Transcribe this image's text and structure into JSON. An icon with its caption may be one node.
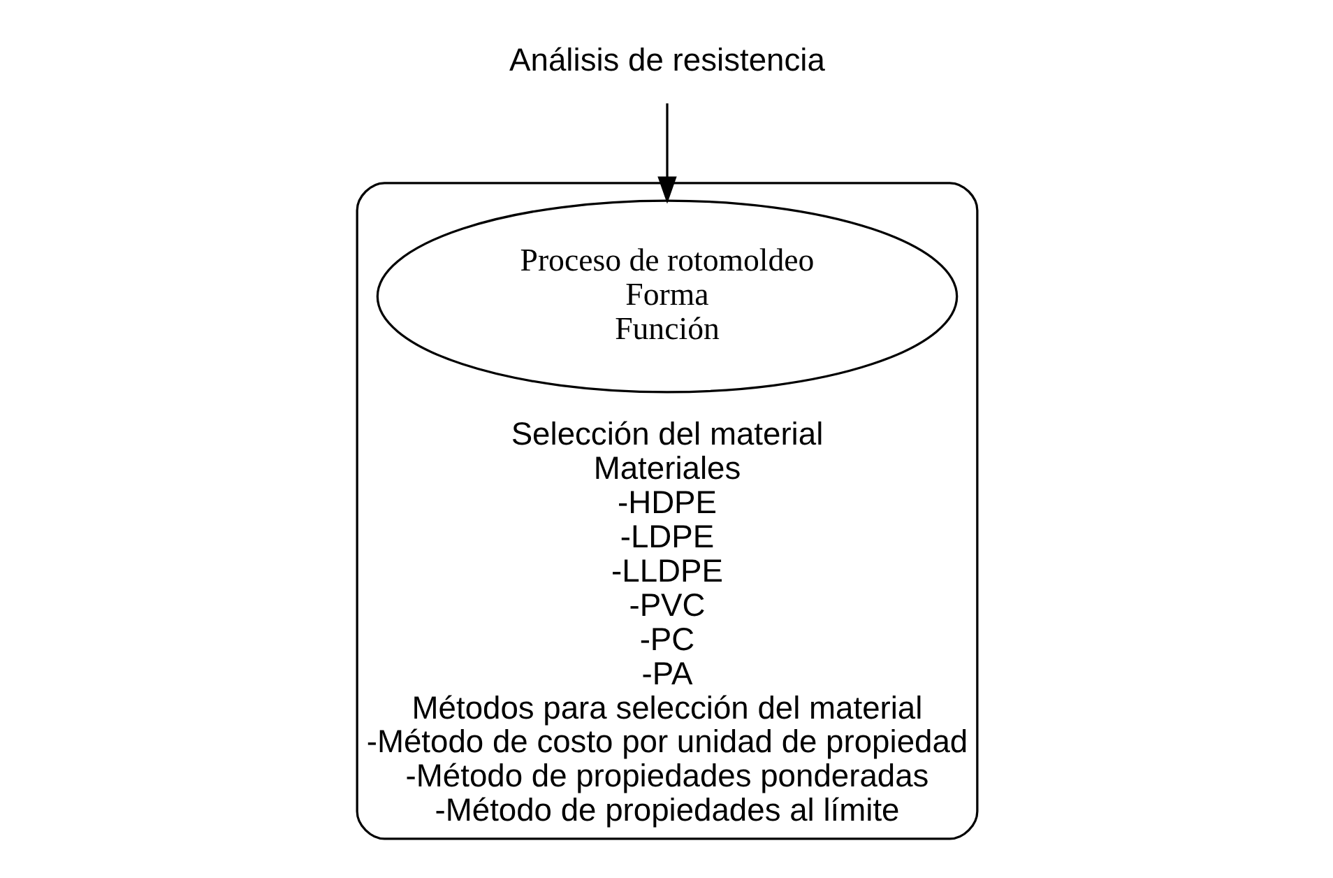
{
  "diagram": {
    "nodes": [
      {
        "text": [
          "Selección del material",
          "Materiales",
          "-HDPE",
          "-LDPE",
          "-LLDPE",
          "-PVC",
          "-PC",
          "-PA",
          "Métodos para selección del material",
          "-Método de costo por unidad de propiedad",
          "-Método de propiedades ponderadas",
          "-Método de propiedades al límite"
        ]
      },
      {
        "text": [
          "Proceso de rotomoldeo",
          "Forma",
          "Función"
        ],
        "in": 0
      },
      {
        "text": [
          "Análisis de resistencia"
        ]
      }
    ],
    "edges": [
      {
        "from": 2,
        "to": 1,
        "arrow": "to"
      }
    ]
  }
}
